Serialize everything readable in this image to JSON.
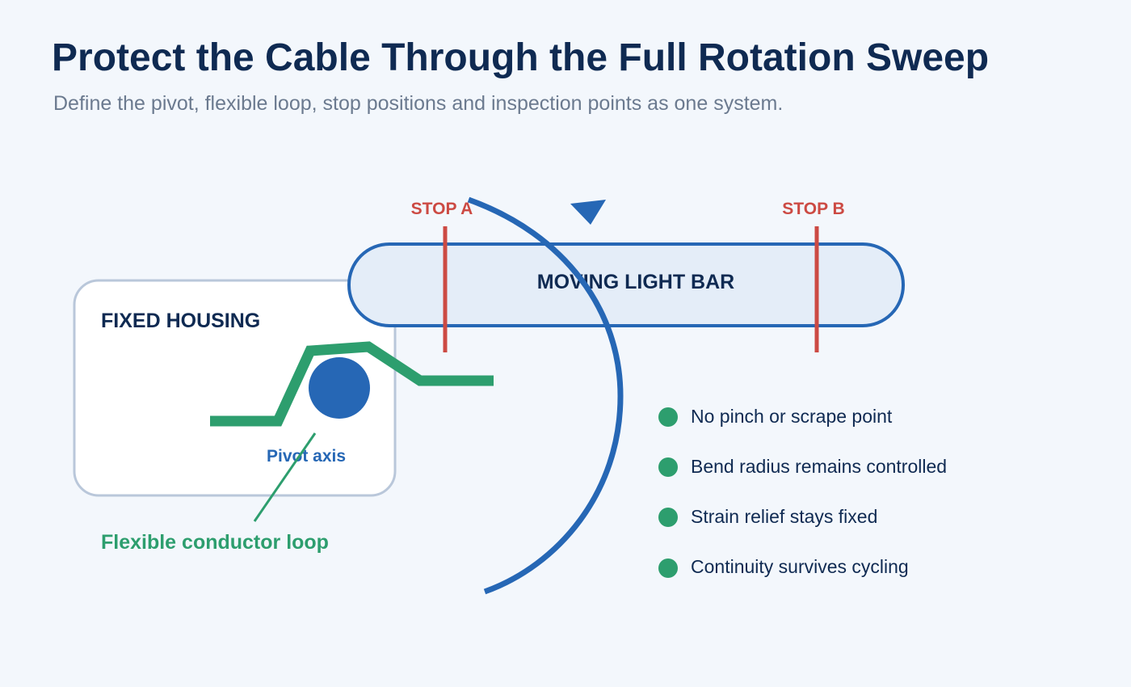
{
  "title": "Protect the Cable Through the Full Rotation Sweep",
  "subtitle": "Define the pivot, flexible loop, stop positions and inspection points as one system.",
  "diagram": {
    "housing_label": "FIXED HOUSING",
    "bar_label": "MOVING LIGHT BAR",
    "stop_a_label": "STOP A",
    "stop_b_label": "STOP B",
    "pivot_label": "Pivot axis",
    "loop_label": "Flexible conductor loop"
  },
  "checklist": [
    "No pinch or scrape point",
    "Bend radius remains controlled",
    "Strain relief stays fixed",
    "Continuity survives cycling"
  ],
  "colors": {
    "navy": "#0f2a52",
    "blue": "#2667b5",
    "red": "#cc4a43",
    "green": "#2d9e6e",
    "housing_border": "#b9c7da",
    "bar_fill": "#e4edf8"
  }
}
